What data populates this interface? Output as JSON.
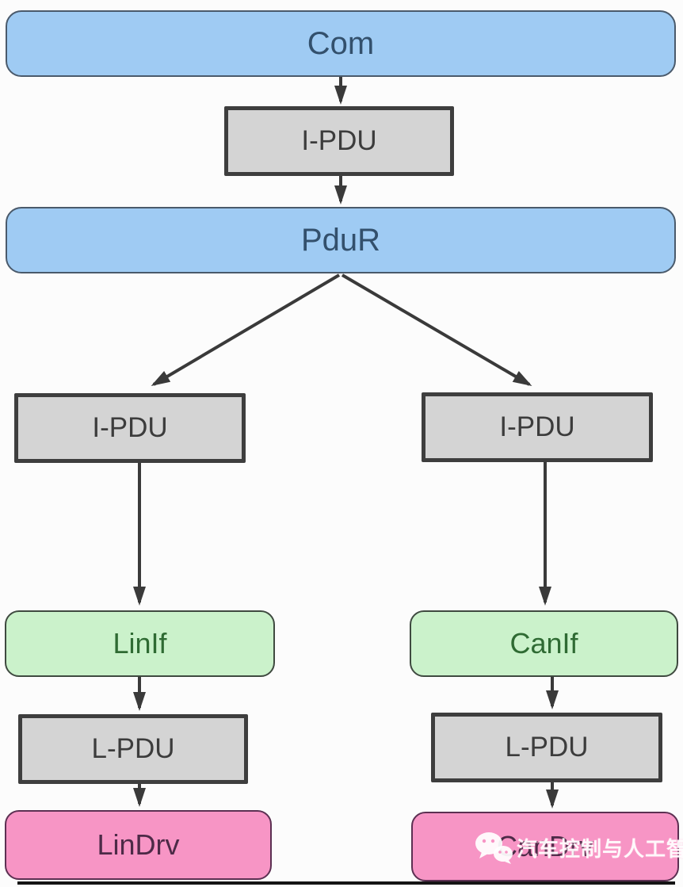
{
  "diagram": {
    "description": "AUTOSAR PDU routing stack: Com module routes I-PDUs through PduR to LIN and CAN interfaces and drivers",
    "nodes": {
      "com": {
        "label": "Com",
        "layer": "communication-services",
        "fill": "#9FCBF3"
      },
      "ipdu_com": {
        "label": "I-PDU",
        "layer": "pdu",
        "fill": "#D4D4D4"
      },
      "pdur": {
        "label": "PduR",
        "layer": "pdu-router",
        "fill": "#9FCBF3"
      },
      "ipdu_lin": {
        "label": "I-PDU",
        "layer": "pdu",
        "fill": "#D4D4D4"
      },
      "ipdu_can": {
        "label": "I-PDU",
        "layer": "pdu",
        "fill": "#D4D4D4"
      },
      "linif": {
        "label": "LinIf",
        "layer": "interface",
        "fill": "#CBF2CB"
      },
      "canif": {
        "label": "CanIf",
        "layer": "interface",
        "fill": "#CBF2CB"
      },
      "lpdu_lin": {
        "label": "L-PDU",
        "layer": "pdu",
        "fill": "#D4D4D4"
      },
      "lpdu_can": {
        "label": "L-PDU",
        "layer": "pdu",
        "fill": "#D4D4D4"
      },
      "lindrv": {
        "label": "LinDrv",
        "layer": "driver",
        "fill": "#F795C5"
      },
      "candrv": {
        "label": "CanDrv",
        "layer": "driver",
        "fill": "#F795C5"
      }
    },
    "edges": [
      {
        "from": "Com",
        "to": "I-PDU"
      },
      {
        "from": "I-PDU",
        "to": "PduR"
      },
      {
        "from": "PduR",
        "to": "I-PDU (LIN branch)"
      },
      {
        "from": "PduR",
        "to": "I-PDU (CAN branch)"
      },
      {
        "from": "I-PDU (LIN branch)",
        "to": "LinIf"
      },
      {
        "from": "I-PDU (CAN branch)",
        "to": "CanIf"
      },
      {
        "from": "LinIf",
        "to": "L-PDU"
      },
      {
        "from": "CanIf",
        "to": "L-PDU"
      },
      {
        "from": "L-PDU (LIN branch)",
        "to": "LinDrv"
      },
      {
        "from": "L-PDU (CAN branch)",
        "to": "CanDrv"
      }
    ],
    "colors": {
      "blue_fill": "#9FCBF3",
      "blue_text": "#33506C",
      "grey_fill": "#D4D4D4",
      "grey_border": "#3E3E3E",
      "grey_text": "#3C3C3C",
      "green_fill": "#CBF2CB",
      "green_text": "#2F6B33",
      "pink_fill": "#F795C5",
      "pink_text": "#4D2A47",
      "arrow": "#3A3A3A"
    },
    "watermark": {
      "icon": "wechat-icon",
      "text": "汽车控制与人工智能"
    }
  }
}
